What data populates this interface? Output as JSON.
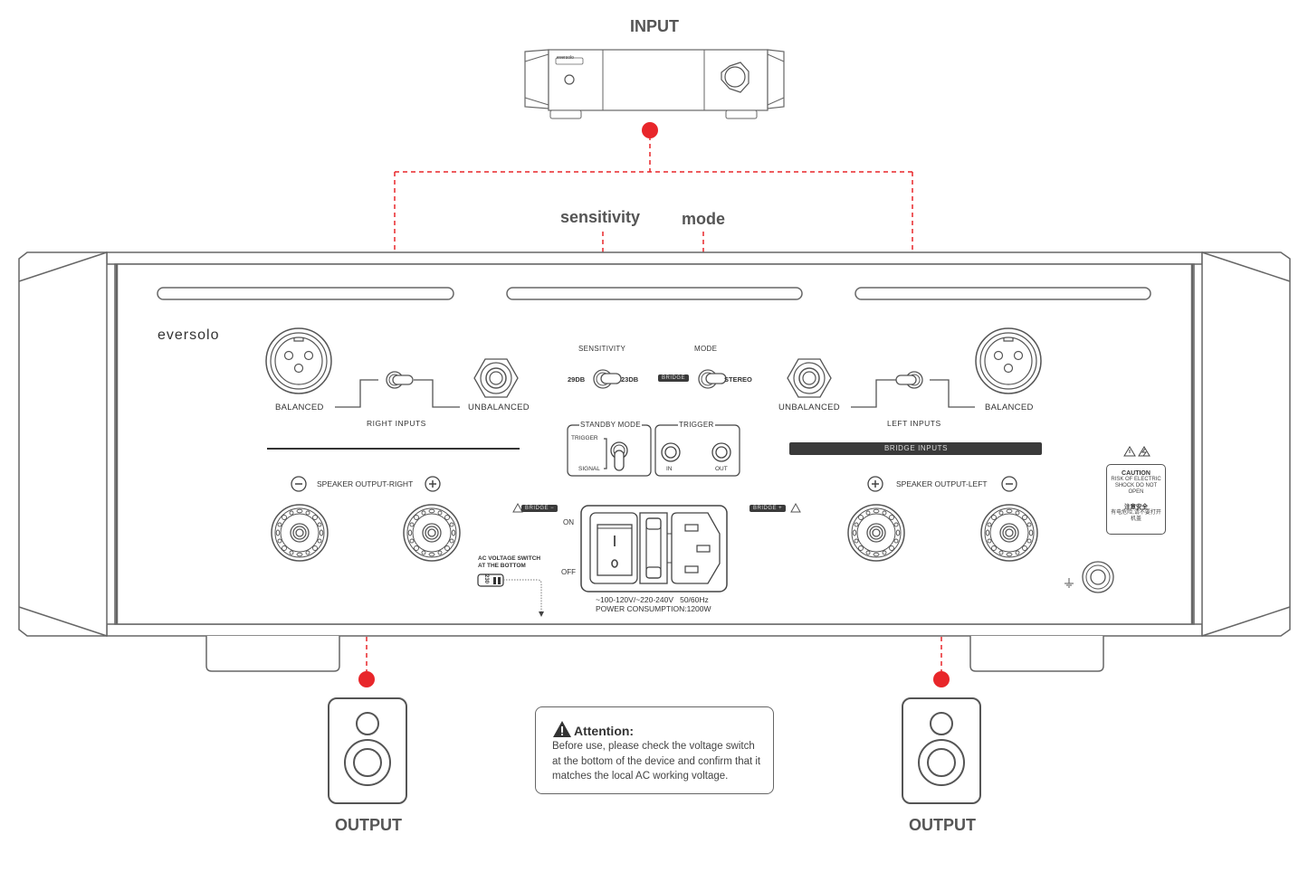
{
  "diagram": {
    "title_input": "INPUT",
    "output_right_label": "OUTPUT",
    "output_left_label": "OUTPUT",
    "callouts": {
      "sensitivity": "sensitivity",
      "mode": "mode"
    },
    "colors": {
      "connector_red": "#e8262a",
      "line_gray": "#777777",
      "text_dark": "#333333"
    }
  },
  "source_device": {
    "brand": "eversolo"
  },
  "amplifier": {
    "brand": "eversolo",
    "right_inputs": {
      "group_label": "RIGHT INPUTS",
      "balanced": "BALANCED",
      "unbalanced": "UNBALANCED"
    },
    "left_inputs": {
      "group_label": "LEFT INPUTS",
      "balanced": "BALANCED",
      "unbalanced": "UNBALANCED"
    },
    "bridge_inputs_label": "BRIDGE INPUTS",
    "sensitivity": {
      "label": "SENSITIVITY",
      "left_option": "29DB",
      "right_option": "23DB"
    },
    "mode": {
      "label": "MODE",
      "left_option": "BRIDGE",
      "right_option": "STEREO"
    },
    "standby_mode": {
      "label": "STANDBY MODE",
      "top_option": "TRIGGER",
      "bottom_option": "SIGNAL"
    },
    "trigger": {
      "label": "TRIGGER",
      "in": "IN",
      "out": "OUT"
    },
    "speaker_output_right": {
      "label": "SPEAKER OUTPUT-RIGHT",
      "minus": "−",
      "plus": "+"
    },
    "speaker_output_left": {
      "label": "SPEAKER OUTPUT-LEFT",
      "plus": "+",
      "minus": "−"
    },
    "bridge_minus": "BRIDGE −",
    "bridge_plus": "BRIDGE +",
    "power": {
      "on": "ON",
      "off": "OFF",
      "switch_on_glyph": "I",
      "switch_off_glyph": "O",
      "spec_line1": "~100-120V/~220-240V   50/60Hz",
      "spec_line2": "POWER CONSUMPTION:1200W"
    },
    "ac_voltage_switch": {
      "line1": "AC VOLTAGE SWITCH",
      "line2": "AT THE BOTTOM",
      "value": "230"
    },
    "caution": {
      "title": "CAUTION",
      "text": "RISK OF ELECTRIC SHOCK DO NOT OPEN",
      "cn_title": "注意安全",
      "cn_text": "有电危险,请不要打开机盖"
    }
  },
  "attention": {
    "title": "Attention:",
    "body": "Before use, please check the voltage switch at the bottom of the device and confirm that it matches the local AC working voltage."
  }
}
